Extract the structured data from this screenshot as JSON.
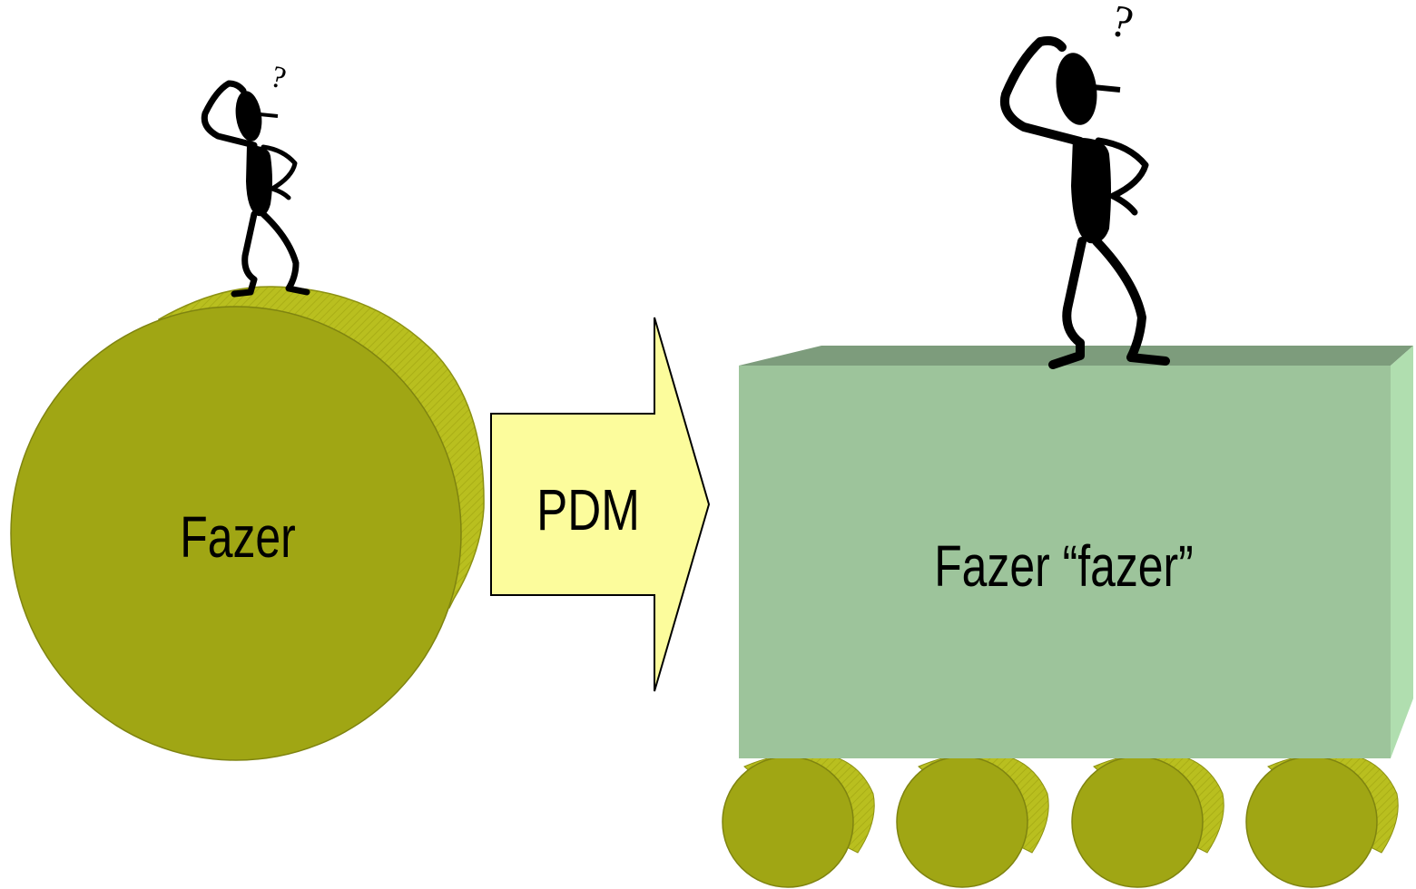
{
  "diagram": {
    "left_shape": {
      "label": "Fazer"
    },
    "arrow": {
      "label": "PDM"
    },
    "right_shape": {
      "label": "Fazer “fazer”"
    },
    "left_figure": {
      "thought": "?"
    },
    "right_figure": {
      "thought": "?"
    }
  },
  "colors": {
    "olive": "#a0a614",
    "olive_side": "#b9bf1f",
    "olive_stroke": "#7f8410",
    "arrow_fill": "#fcfc9c",
    "box_front": "#9dc49b",
    "box_top": "#7d9c7c",
    "box_side": "#b0deaf",
    "figure": "#000000"
  }
}
